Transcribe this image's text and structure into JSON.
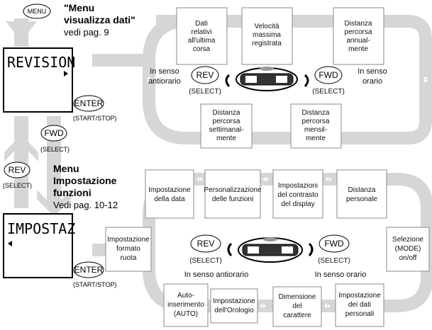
{
  "top_flow": {
    "menu_button": "MENU",
    "title": "\"Menu visualizza dati\"",
    "title_line1": "\"Menu",
    "title_line2": "visualizza dati\"",
    "page_ref": "vedi pag. 9",
    "lcd_text": "REVISION",
    "enter_button": "ENTER",
    "enter_sub": "(START/STOP)",
    "fwd_button": "FWD",
    "fwd_sub": "(SELECT)",
    "rev_button": "REV",
    "rev_sub": "(SELECT)",
    "direction_left": [
      "In senso",
      "antiorario"
    ],
    "direction_right": [
      "In senso",
      "orario"
    ],
    "boxes": [
      {
        "lines": [
          "Dati",
          "relativi",
          "all'ultima",
          "corsa"
        ]
      },
      {
        "lines": [
          "Velocità",
          "massima",
          "registrata"
        ]
      },
      {
        "lines": [
          "Distanza",
          "percorsa",
          "annual-",
          "mente"
        ]
      },
      {
        "lines": [
          "Distanza",
          "percorsa",
          "settimanal-",
          "mente"
        ]
      },
      {
        "lines": [
          "Distanza",
          "percorsa",
          "mensil-",
          "mente"
        ]
      }
    ]
  },
  "middle": {
    "fwd_button": "FWD",
    "fwd_sub": "(SELECT)",
    "rev_button": "REV",
    "rev_sub": "(SELECT)"
  },
  "bottom_flow": {
    "title_line1": "Menu",
    "title_line2": "Impostazione",
    "title_line3": "funzioni",
    "page_ref": "Vedi pag. 10-12",
    "lcd_text": "IMPOSTAZ",
    "enter_button": "ENTER",
    "enter_sub": "(START/STOP)",
    "rev_button": "REV",
    "rev_sub": "(SELECT)",
    "fwd_button": "FWD",
    "fwd_sub": "(SELECT)",
    "direction_left": "In senso antiorario",
    "direction_right": "In senso orario",
    "boxes": [
      {
        "lines": [
          "Impostazione",
          "della data"
        ]
      },
      {
        "lines": [
          "Personalizzazione",
          "delle funzioni"
        ]
      },
      {
        "lines": [
          "Impostazioni",
          "del contrasto",
          "del display"
        ]
      },
      {
        "lines": [
          "Distanza",
          "personale"
        ]
      },
      {
        "lines": [
          "Impostazione",
          "formato",
          "ruota"
        ]
      },
      {
        "lines": [
          "Selezione",
          "(MODE)",
          "on/off"
        ]
      },
      {
        "lines": [
          "Auto-",
          "inserimento",
          "(AUTO)"
        ]
      },
      {
        "lines": [
          "Impostazione",
          "dell'Orologio"
        ]
      },
      {
        "lines": [
          "Dimensione",
          "del",
          "carattere"
        ]
      },
      {
        "lines": [
          "Impostazione",
          "dei dati",
          "personali"
        ]
      }
    ]
  }
}
